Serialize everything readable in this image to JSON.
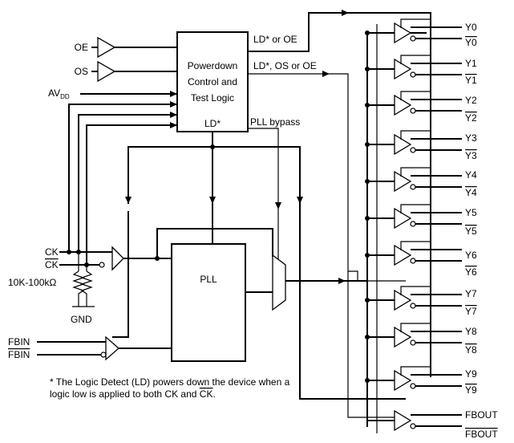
{
  "inputs": {
    "oe": "OE",
    "os": "OS",
    "av": "AV",
    "av_sub": "DD",
    "ck": "CK",
    "ck_bar": "CK",
    "fbin": "FBIN",
    "fbin_bar": "FBIN",
    "resistor": "10K-100kΩ",
    "gnd": "GND"
  },
  "blocks": {
    "control_lines": [
      "Powerdown",
      "Control and",
      "Test Logic"
    ],
    "ld": "LD*",
    "pll": "PLL"
  },
  "signals": {
    "ld_or_oe": "LD* or OE",
    "ld_os_oe": "LD*, OS or OE",
    "pll_bypass": "PLL bypass"
  },
  "outputs": [
    {
      "true": "Y0",
      "comp": "Y0"
    },
    {
      "true": "Y1",
      "comp": "Y1"
    },
    {
      "true": "Y2",
      "comp": "Y2"
    },
    {
      "true": "Y3",
      "comp": "Y3"
    },
    {
      "true": "Y4",
      "comp": "Y4"
    },
    {
      "true": "Y5",
      "comp": "Y5"
    },
    {
      "true": "Y6",
      "comp": "Y6"
    },
    {
      "true": "Y7",
      "comp": "Y7"
    },
    {
      "true": "Y8",
      "comp": "Y8"
    },
    {
      "true": "Y9",
      "comp": "Y9"
    }
  ],
  "fbout": {
    "true": "FBOUT",
    "comp": "FBOUT"
  },
  "footnote": {
    "line1": "* The Logic Detect (LD) powers down the device when a",
    "line2_prefix": "logic low is applied to both CK and ",
    "line2_ck": "CK",
    "line2_suffix": "."
  }
}
